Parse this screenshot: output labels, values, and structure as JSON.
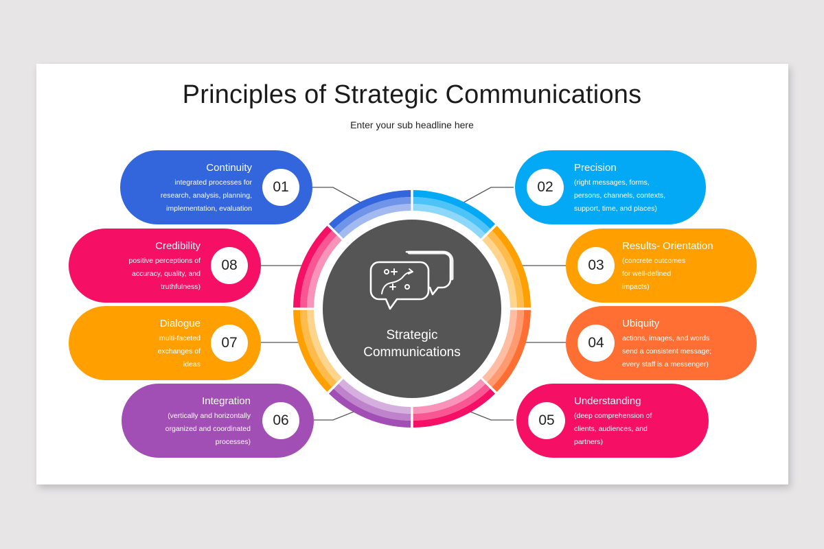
{
  "slide": {
    "title": "Principles of Strategic Communications",
    "subtitle": "Enter your sub headline here"
  },
  "center": {
    "icon": "strategy-chat-bubbles-icon",
    "label_line1": "Strategic",
    "label_line2": "Communications",
    "fill_color": "#555555"
  },
  "principles": [
    {
      "num": "01",
      "title": "Continuity",
      "lines": [
        "integrated processes for",
        "research, analysis, planning,",
        "implementation, evaluation"
      ],
      "color": "#3366dd",
      "side": "left"
    },
    {
      "num": "02",
      "title": "Precision",
      "lines": [
        "(right messages, forms,",
        "persons, channels, contexts,",
        "support, time, and places)"
      ],
      "color": "#03a9f4",
      "side": "right"
    },
    {
      "num": "03",
      "title": "Results- Orientation",
      "lines": [
        "(concrete outcomes",
        "for well-defined",
        "impacts)"
      ],
      "color": "#ffa000",
      "side": "right"
    },
    {
      "num": "04",
      "title": "Ubiquity",
      "lines": [
        "actions, images, and words",
        "send a consistent message;",
        "every staff is a messenger)"
      ],
      "color": "#ff6f34",
      "side": "right"
    },
    {
      "num": "05",
      "title": "Understanding",
      "lines": [
        "(deep comprehension of",
        "clients, audiences, and",
        "partners)"
      ],
      "color": "#f50f65",
      "side": "right"
    },
    {
      "num": "06",
      "title": "Integration",
      "lines": [
        "(vertically and horizontally",
        "organized and coordinated",
        "processes)"
      ],
      "color": "#a24fb5",
      "side": "left"
    },
    {
      "num": "07",
      "title": "Dialogue",
      "lines": [
        "multi-faceted",
        "exchanges of",
        "ideas"
      ],
      "color": "#ffa000",
      "side": "left"
    },
    {
      "num": "08",
      "title": "Credibility",
      "lines": [
        "positive perceptions of",
        "accuracy, quality, and",
        "truthfulness)"
      ],
      "color": "#f50f65",
      "side": "left"
    }
  ]
}
